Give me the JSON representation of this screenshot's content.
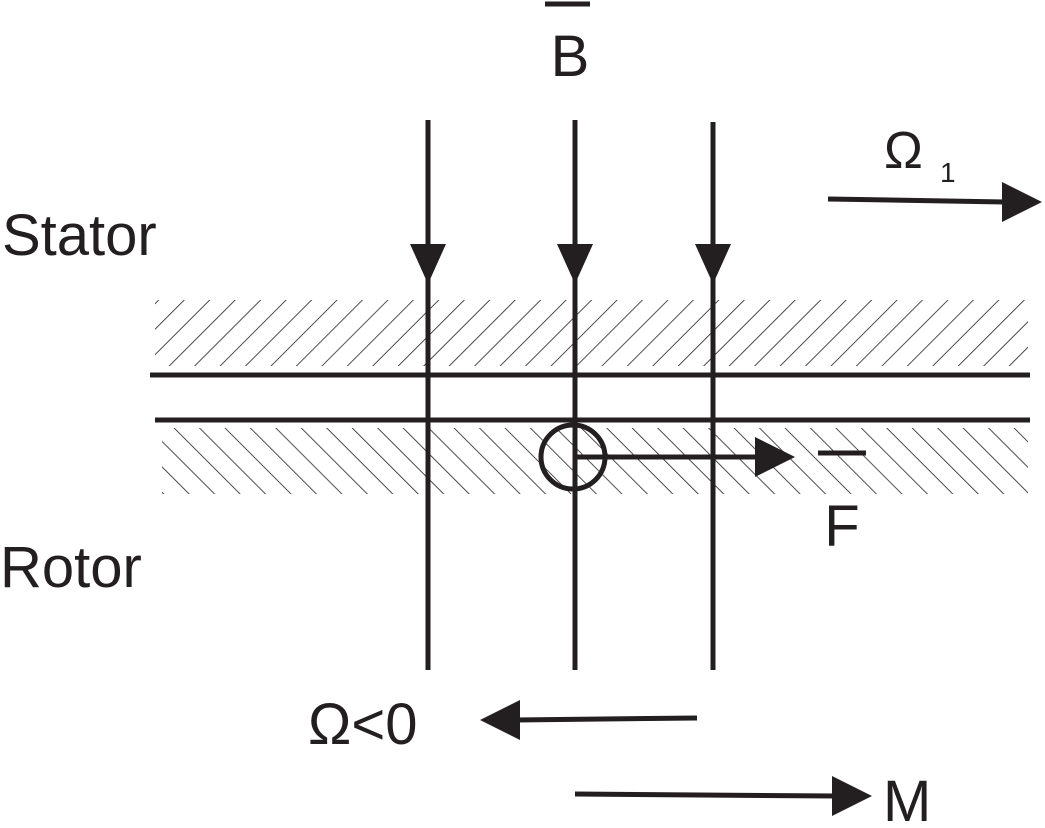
{
  "labels": {
    "b_vector": "B",
    "stator": "Stator",
    "rotor": "Rotor",
    "f_vector": "F",
    "omega1_symbol": "Ω",
    "omega1_subscript": "1",
    "omega_negative": "Ω<0",
    "torque": "M"
  },
  "colors": {
    "ink": "#231f20",
    "background": "#ffffff"
  }
}
